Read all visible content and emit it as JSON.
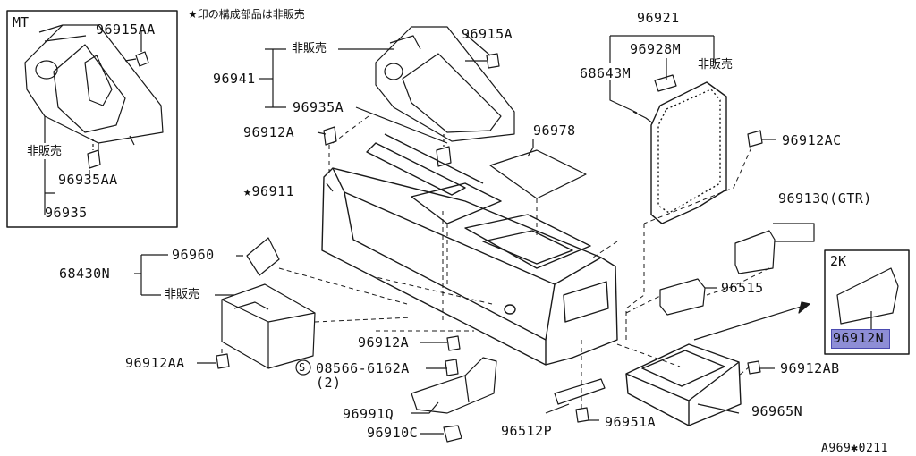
{
  "note": "★印の構成部品は非販売",
  "figure_id": "A969✱0211",
  "insets": {
    "mt": "MT",
    "twok": "2K"
  },
  "highlight_part": "96912N",
  "labels": {
    "p96915AA": "96915AA",
    "mt_hihanbai": "非販売",
    "p96935AA": "96935AA",
    "p96935": "96935",
    "p96915A": "96915A",
    "hihanbai_top": "非販売",
    "p96941": "96941",
    "p96935A": "96935A",
    "p96912A_top": "96912A",
    "p96911": "★96911",
    "p96978": "96978",
    "p96921": "96921",
    "p96928M": "96928M",
    "p68643M": "68643M",
    "hihanbai_arm": "非販売",
    "p96912AC": "96912AC",
    "p96913Q": "96913Q(GTR)",
    "p96960": "96960",
    "p68430N": "68430N",
    "hihanbai_left": "非販売",
    "p96515": "96515",
    "p96912AA": "96912AA",
    "p96912A_mid": "96912A",
    "p08566": "08566-6162A",
    "p08566_qty": "(2)",
    "p96912AB": "96912AB",
    "p96991Q": "96991Q",
    "p96910C": "96910C",
    "p96512P": "96512P",
    "p96951A": "96951A",
    "p96965N": "96965N",
    "s_mark": "S"
  }
}
